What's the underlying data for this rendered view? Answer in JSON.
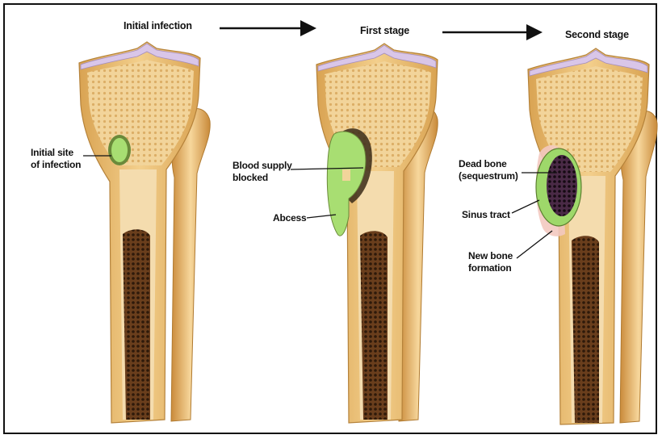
{
  "stages": [
    {
      "title": "Initial infection"
    },
    {
      "title": "First stage"
    },
    {
      "title": "Second stage"
    }
  ],
  "labels": {
    "initial_site": [
      "Initial site",
      "of infection"
    ],
    "blood_supply": [
      "Blood supply",
      "blocked"
    ],
    "abcess": [
      "Abcess"
    ],
    "dead_bone": [
      "Dead bone",
      "(sequestrum)"
    ],
    "sinus_tract": [
      "Sinus tract"
    ],
    "new_bone": [
      "New bone",
      "formation"
    ]
  },
  "colors": {
    "cortex": "#e9b968",
    "spongy": "#f2d49a",
    "marrow": "#5a3416",
    "infection_green": "#9ed86a",
    "dead_bone": "#2a1420",
    "cartilage": "#d9c6e8"
  },
  "icons": [
    "arrow-right-icon",
    "arrow-right-icon"
  ]
}
